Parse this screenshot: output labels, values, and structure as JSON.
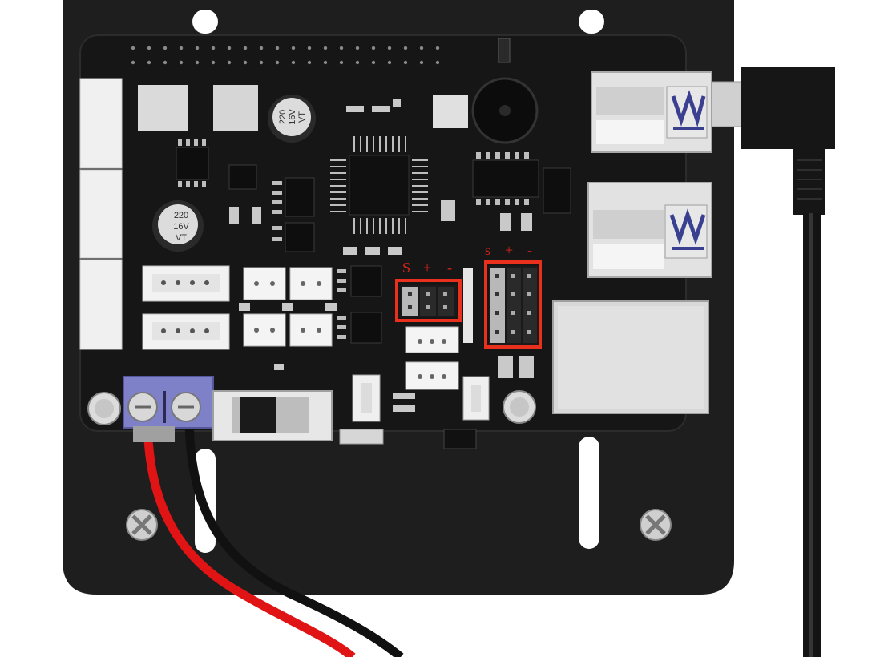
{
  "colors": {
    "background": "#ffffff",
    "plate": "#1e1e1e",
    "pcb": "#161616",
    "highlight_box": "#e8301c",
    "label_text": "#d8231a",
    "terminal_block": "#7e80c8",
    "wire_red": "#e01414",
    "wire_black": "#111111",
    "usb_tongue": "#3a3f8f",
    "metal": "#d9d9d9"
  },
  "capacitors": [
    {
      "text": [
        "220",
        "16V",
        "VT"
      ]
    },
    {
      "text": [
        "220",
        "16V",
        "VT"
      ]
    }
  ],
  "header_left": {
    "labels": [
      "S",
      "+",
      "-"
    ]
  },
  "header_right": {
    "labels": [
      "s",
      "+",
      "-"
    ]
  }
}
